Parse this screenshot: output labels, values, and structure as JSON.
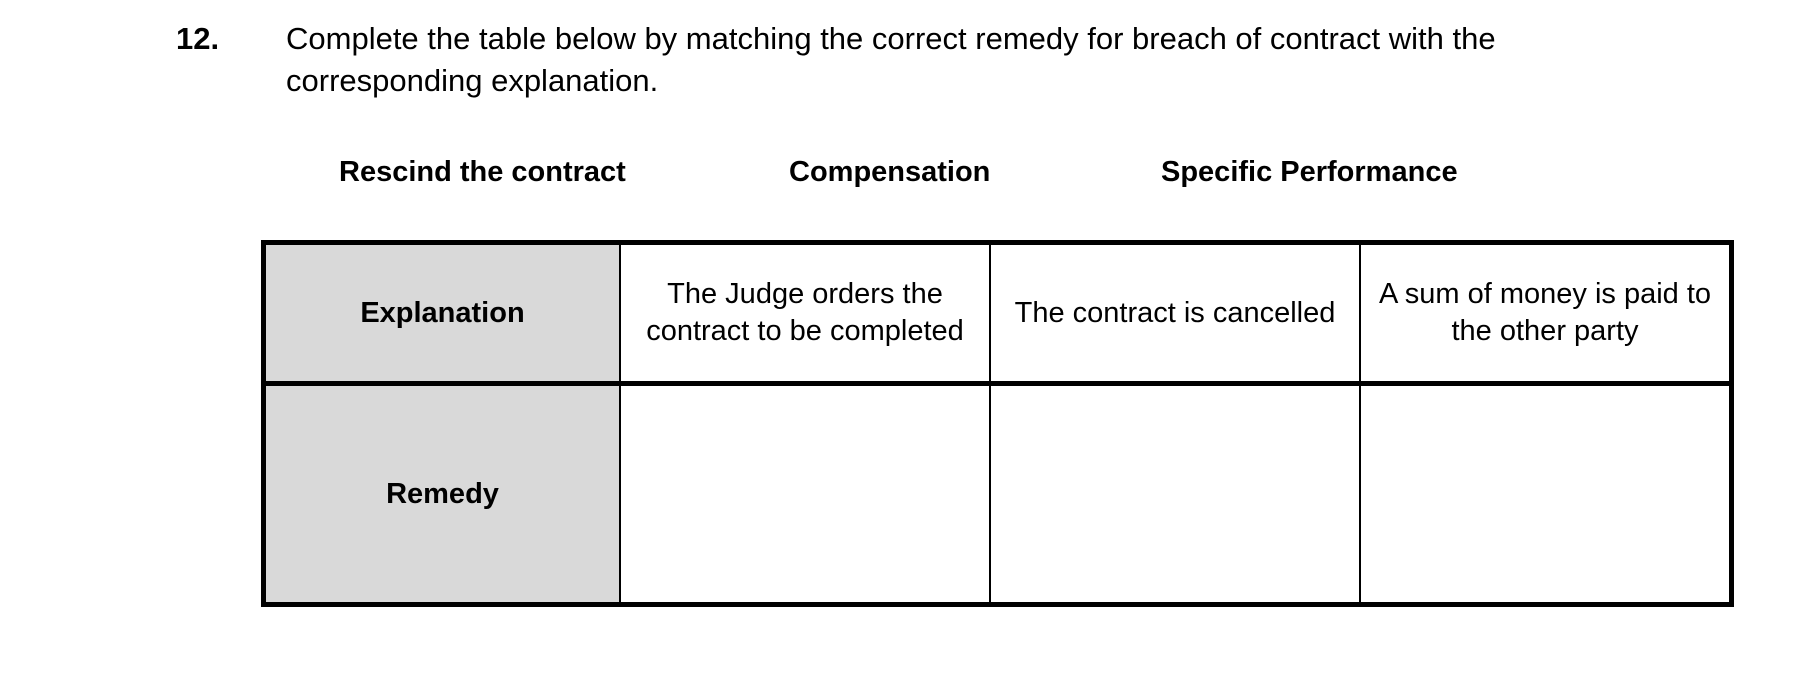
{
  "question": {
    "number": "12.",
    "text": "Complete the table below by matching the correct remedy for breach of contract with the corresponding explanation."
  },
  "options": [
    {
      "label": "Rescind the contract"
    },
    {
      "label": "Compensation"
    },
    {
      "label": "Specific Performance"
    }
  ],
  "table": {
    "rows": [
      {
        "header": "Explanation",
        "cells": [
          "The Judge orders the contract to be completed",
          "The contract is cancelled",
          "A sum of money is paid to the other party"
        ]
      },
      {
        "header": "Remedy",
        "cells": [
          "",
          "",
          ""
        ]
      }
    ]
  },
  "colors": {
    "header_fill": "#d9d9d9",
    "border": "#000000",
    "text": "#000000",
    "background": "#ffffff"
  }
}
